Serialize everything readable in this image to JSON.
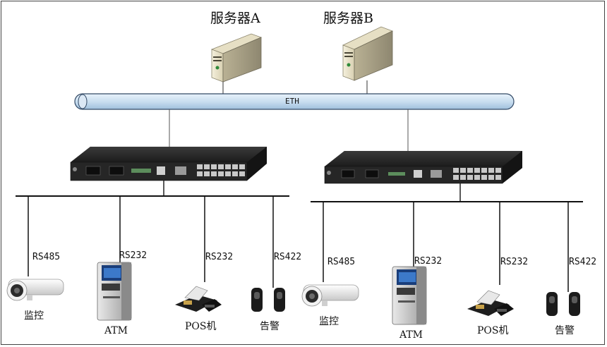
{
  "servers": [
    {
      "label": "服务器A"
    },
    {
      "label": "服务器B"
    }
  ],
  "bus": {
    "label": "ETH"
  },
  "groups": [
    {
      "devices": [
        {
          "port": "RS485",
          "name": "监控",
          "icon": "camera-icon"
        },
        {
          "port": "RS232",
          "name": "ATM",
          "icon": "atm-icon"
        },
        {
          "port": "RS232",
          "name": "POS机",
          "icon": "pos-terminal-icon"
        },
        {
          "port": "RS422",
          "name": "告警",
          "icon": "alarm-icon"
        }
      ]
    },
    {
      "devices": [
        {
          "port": "RS485",
          "name": "监控",
          "icon": "camera-icon"
        },
        {
          "port": "RS232",
          "name": "ATM",
          "icon": "atm-icon"
        },
        {
          "port": "RS232",
          "name": "POS机",
          "icon": "pos-terminal-icon"
        },
        {
          "port": "RS422",
          "name": "告警",
          "icon": "alarm-icon"
        }
      ]
    }
  ]
}
